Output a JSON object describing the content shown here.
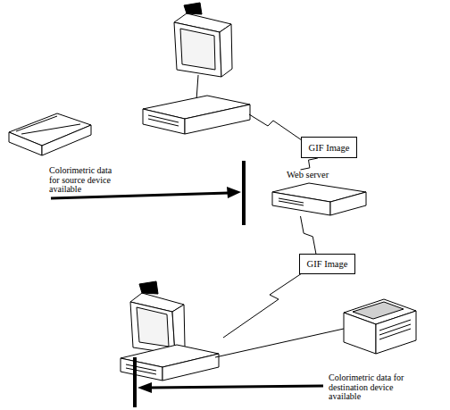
{
  "diagram": {
    "nodes": [
      {
        "text": [
          "GIF Image"
        ]
      },
      {
        "text": [
          "Web server"
        ]
      },
      {
        "text": [
          "GIF Image"
        ]
      }
    ],
    "edges": [
      {
        "from": 0,
        "to": 1,
        "arrow": "none"
      },
      {
        "from": 1,
        "to": 2,
        "arrow": "none"
      }
    ],
    "labels": [
      "Colorimetric data for source device available",
      "Colorimetric data for destination device available"
    ]
  }
}
